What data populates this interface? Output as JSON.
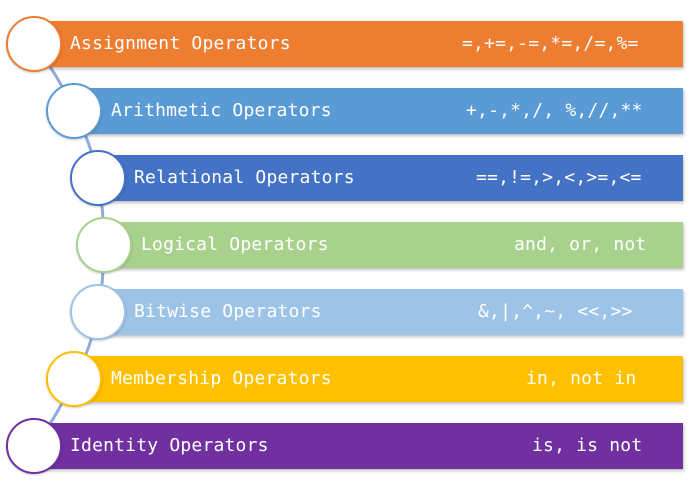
{
  "diagram": {
    "items": [
      {
        "label": "Assignment Operators",
        "operators": "=,+=,-=,*=,/=,%=",
        "color": "#ED7D31",
        "ring": "#ED7D31"
      },
      {
        "label": "Arithmetic Operators",
        "operators": "+,-,*,/, %,//,**",
        "color": "#5B9BD5",
        "ring": "#5B9BD5"
      },
      {
        "label": "Relational Operators",
        "operators": "==,!=,>,<,>=,<=",
        "color": "#4472C4",
        "ring": "#4472C4"
      },
      {
        "label": "Logical Operators",
        "operators": "and, or, not",
        "color": "#A9D18E",
        "ring": "#A9D18E"
      },
      {
        "label": "Bitwise Operators",
        "operators": "&,|,^,~, <<,>>",
        "color": "#9DC3E6",
        "ring": "#9DC3E6"
      },
      {
        "label": "Membership Operators",
        "operators": "in, not in",
        "color": "#FFC000",
        "ring": "#FFC000"
      },
      {
        "label": "Identity Operators",
        "operators": "is, is not",
        "color": "#7030A0",
        "ring": "#7030A0"
      }
    ],
    "connector_color": "#8FAADC"
  }
}
